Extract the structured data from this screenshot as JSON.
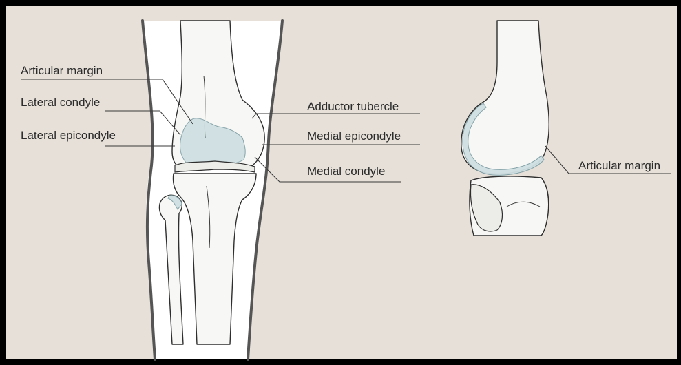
{
  "colors": {
    "background": "#e6e0d8",
    "border": "#000000",
    "cartilage": "#cfe0e3",
    "bone": "#f7f7f5",
    "text": "#2b2b2b"
  },
  "labels": {
    "articular_margin_left": "Articular margin",
    "lateral_condyle": "Lateral condyle",
    "lateral_epicondyle": "Lateral epicondyle",
    "adductor_tubercle": "Adductor tubercle",
    "medial_epicondyle": "Medial epicondyle",
    "medial_condyle": "Medial condyle",
    "articular_margin_right": "Articular margin"
  }
}
